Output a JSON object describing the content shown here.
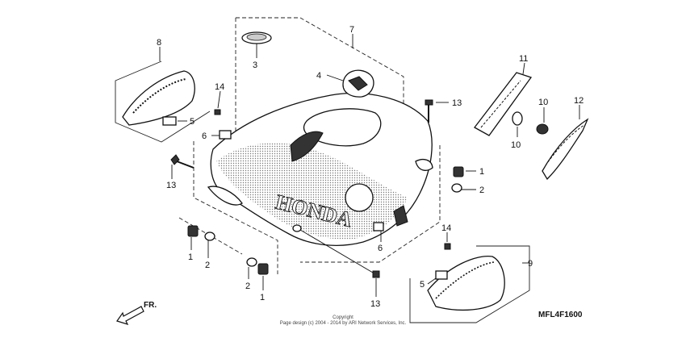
{
  "diagram": {
    "callouts": {
      "p1a": "1",
      "p1b": "1",
      "p1c": "1",
      "p2a": "2",
      "p2b": "2",
      "p2c": "2",
      "p3": "3",
      "p4": "4",
      "p5a": "5",
      "p5b": "5",
      "p6a": "6",
      "p6b": "6",
      "p7": "7",
      "p8": "8",
      "p9": "9",
      "p10a": "10",
      "p10b": "10",
      "p11": "11",
      "p12": "12",
      "p13a": "13",
      "p13b": "13",
      "p13c": "13",
      "p14a": "14",
      "p14b": "14"
    },
    "front_label": "FR.",
    "diagram_code": "MFL4F1600",
    "copyright_line1": "Copyright",
    "copyright_line2": "Page design (c) 2004 - 2014 by ARI Network Services, Inc.",
    "brand_mark": "HONDA"
  }
}
